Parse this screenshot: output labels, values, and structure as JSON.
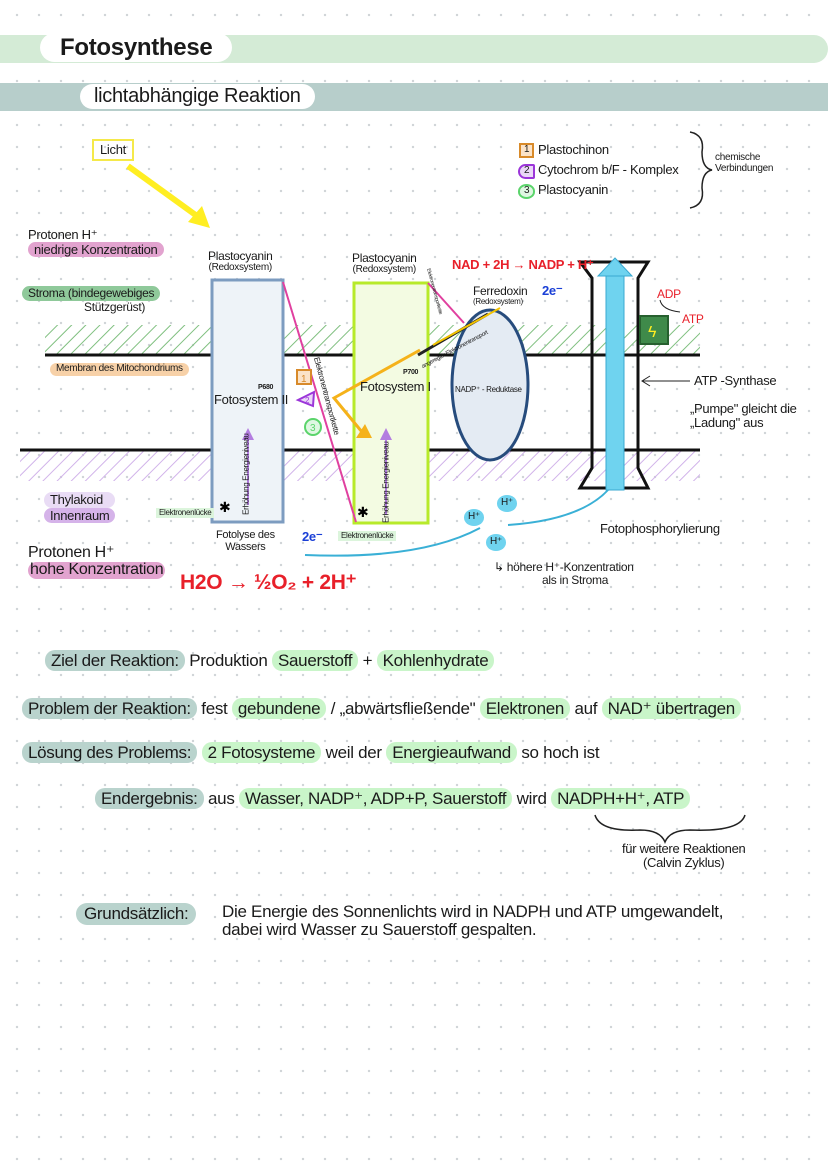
{
  "header": {
    "title": "Fotosynthese",
    "subtitle": "lichtabhängige Reaktion"
  },
  "colors": {
    "title_band": "#d4ebd6",
    "subtitle_band": "#b7cecb",
    "highlight_green": "#c9f5c9",
    "highlight_teal": "#b9d3cd",
    "highlight_pink": "#e2a3cf",
    "highlight_purple": "#d5b3e9",
    "highlight_orange": "#f7d1a8",
    "red": "#e8202a",
    "blue": "#1a3fd6",
    "cyan": "#6fd3ef"
  },
  "diagram": {
    "light": "Licht",
    "legend": [
      {
        "num": "1",
        "label": "Plastochinon",
        "icon": "square-badge",
        "color": "#d88a2a"
      },
      {
        "num": "2",
        "label": "Cytochrom b/F - Komplex",
        "icon": "triangle-badge",
        "color": "#9b35d9"
      },
      {
        "num": "3",
        "label": "Plastocyanin",
        "icon": "circle-badge",
        "color": "#5bd46b"
      }
    ],
    "legend_note": [
      "chemische",
      "Verbindungen"
    ],
    "protons_low": [
      "Protonen H⁺",
      "niedrige Konzentration"
    ],
    "stroma": [
      "Stroma (bindegewebiges",
      "Stützgerüst)"
    ],
    "membrane": "Membran des Mitochondriums",
    "thylakoid": [
      "Thylakoid",
      "Innenraum"
    ],
    "protons_high": [
      "Protonen H⁺",
      "hohe Konzentration"
    ],
    "ps2": {
      "top": [
        "Plastocyanin",
        "(Redoxsystem)"
      ],
      "name": "Fotosystem II",
      "pigment": "P680",
      "arrow_label": "Erhöhung Energieniveau",
      "gap": "Elektronenlücke",
      "photolysis": [
        "Fotolyse des",
        "Wassers"
      ],
      "equation": "H2O → ½O₂ + 2H⁺"
    },
    "chain": "Elektronentransportkette",
    "ps1": {
      "top": [
        "Plastocyanin",
        "(Redoxsystem)"
      ],
      "name": "Fotosystem I",
      "pigment": "P700",
      "arrow_label": "Erhöhung Energieniveau",
      "gap": "Elektronenlücke",
      "transport": "angeregter Elektronentransport"
    },
    "electrons_left": "2e⁻",
    "nadp_eq": "NAD + 2H → NADP + H⁺",
    "ferredoxin": [
      "Ferredoxin",
      "(Redoxsystem)"
    ],
    "chain2": "Elektronentransportkette",
    "electrons_right": "2e⁻",
    "reductase": "NADP⁺ - Reduktase",
    "adp": "ADP",
    "atp": "ATP",
    "synthase": "ATP -Synthase",
    "pump": [
      "„Pumpe\" gleicht die",
      "„Ladung\" aus"
    ],
    "protons": [
      "H⁺",
      "H⁺",
      "H⁺"
    ],
    "higher": [
      "↳ höhere H⁺-Konzentration",
      "als in Stroma"
    ],
    "photophos": "Fotophosphorylierung"
  },
  "notes": [
    {
      "label": "Ziel der Reaktion:",
      "parts": [
        {
          "t": "Produktion "
        },
        {
          "t": "Sauerstoff",
          "h": true
        },
        {
          "t": " + "
        },
        {
          "t": "Kohlenhydrate",
          "h": true
        }
      ]
    },
    {
      "label": "Problem der Reaktion:",
      "parts": [
        {
          "t": "fest "
        },
        {
          "t": "gebundene",
          "h": true
        },
        {
          "t": " / „abwärtsfließende\" "
        },
        {
          "t": "Elektronen",
          "h": true
        },
        {
          "t": " auf "
        },
        {
          "t": "NAD⁺ übertragen",
          "h": true
        }
      ]
    },
    {
      "label": "Lösung des Problems:",
      "parts": [
        {
          "t": "2 Fotosysteme",
          "h": true
        },
        {
          "t": " weil der "
        },
        {
          "t": "Energieaufwand",
          "h": true
        },
        {
          "t": " so hoch ist"
        }
      ]
    },
    {
      "label": "Endergebnis:",
      "parts": [
        {
          "t": "aus "
        },
        {
          "t": "Wasser, NADP⁺, ADP+P, Sauerstoff",
          "h": true
        },
        {
          "t": " wird "
        },
        {
          "t": "NADPH+H⁺, ATP",
          "h": true
        }
      ]
    }
  ],
  "result_note": [
    "für weitere Reaktionen",
    "(Calvin Zyklus)"
  ],
  "summary": {
    "label": "Grundsätzlich:",
    "line1": "Die Energie des Sonnenlichts wird in NADPH und ATP umgewandelt,",
    "line2": "dabei wird Wasser zu Sauerstoff gespalten."
  }
}
